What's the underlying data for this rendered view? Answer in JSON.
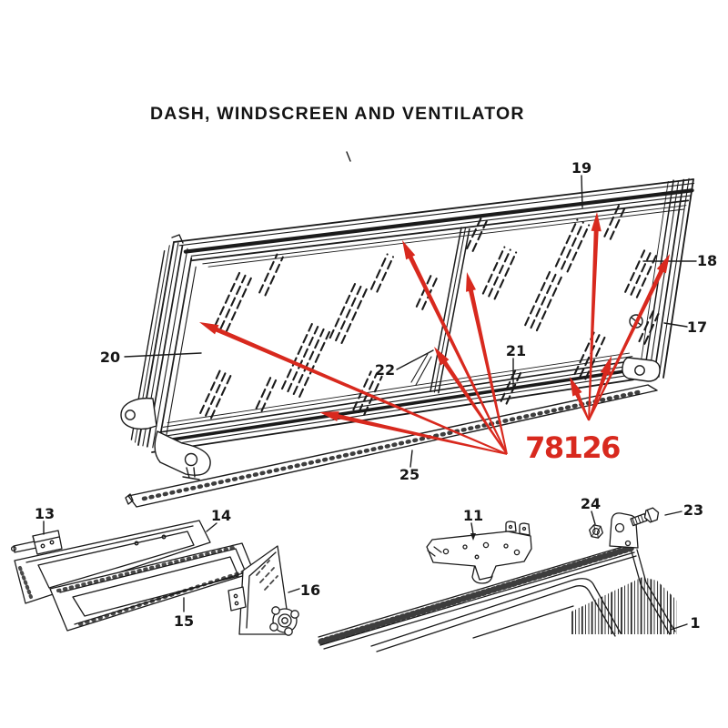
{
  "title": "DASH, WINDSCREEN AND VENTILATOR",
  "highlight": {
    "part_number": "78126",
    "color": "#d8291e"
  },
  "colors": {
    "ink": "#1b1b1b",
    "background": "#ffffff"
  },
  "callouts": {
    "c1": {
      "text": "1"
    },
    "c11": {
      "text": "11"
    },
    "c13": {
      "text": "13"
    },
    "c14": {
      "text": "14"
    },
    "c15": {
      "text": "15"
    },
    "c16": {
      "text": "16"
    },
    "c17": {
      "text": "17"
    },
    "c18": {
      "text": "18"
    },
    "c19": {
      "text": "19"
    },
    "c20": {
      "text": "20"
    },
    "c21": {
      "text": "21"
    },
    "c22": {
      "text": "22"
    },
    "c23": {
      "text": "23"
    },
    "c24": {
      "text": "24"
    },
    "c25": {
      "text": "25"
    }
  }
}
